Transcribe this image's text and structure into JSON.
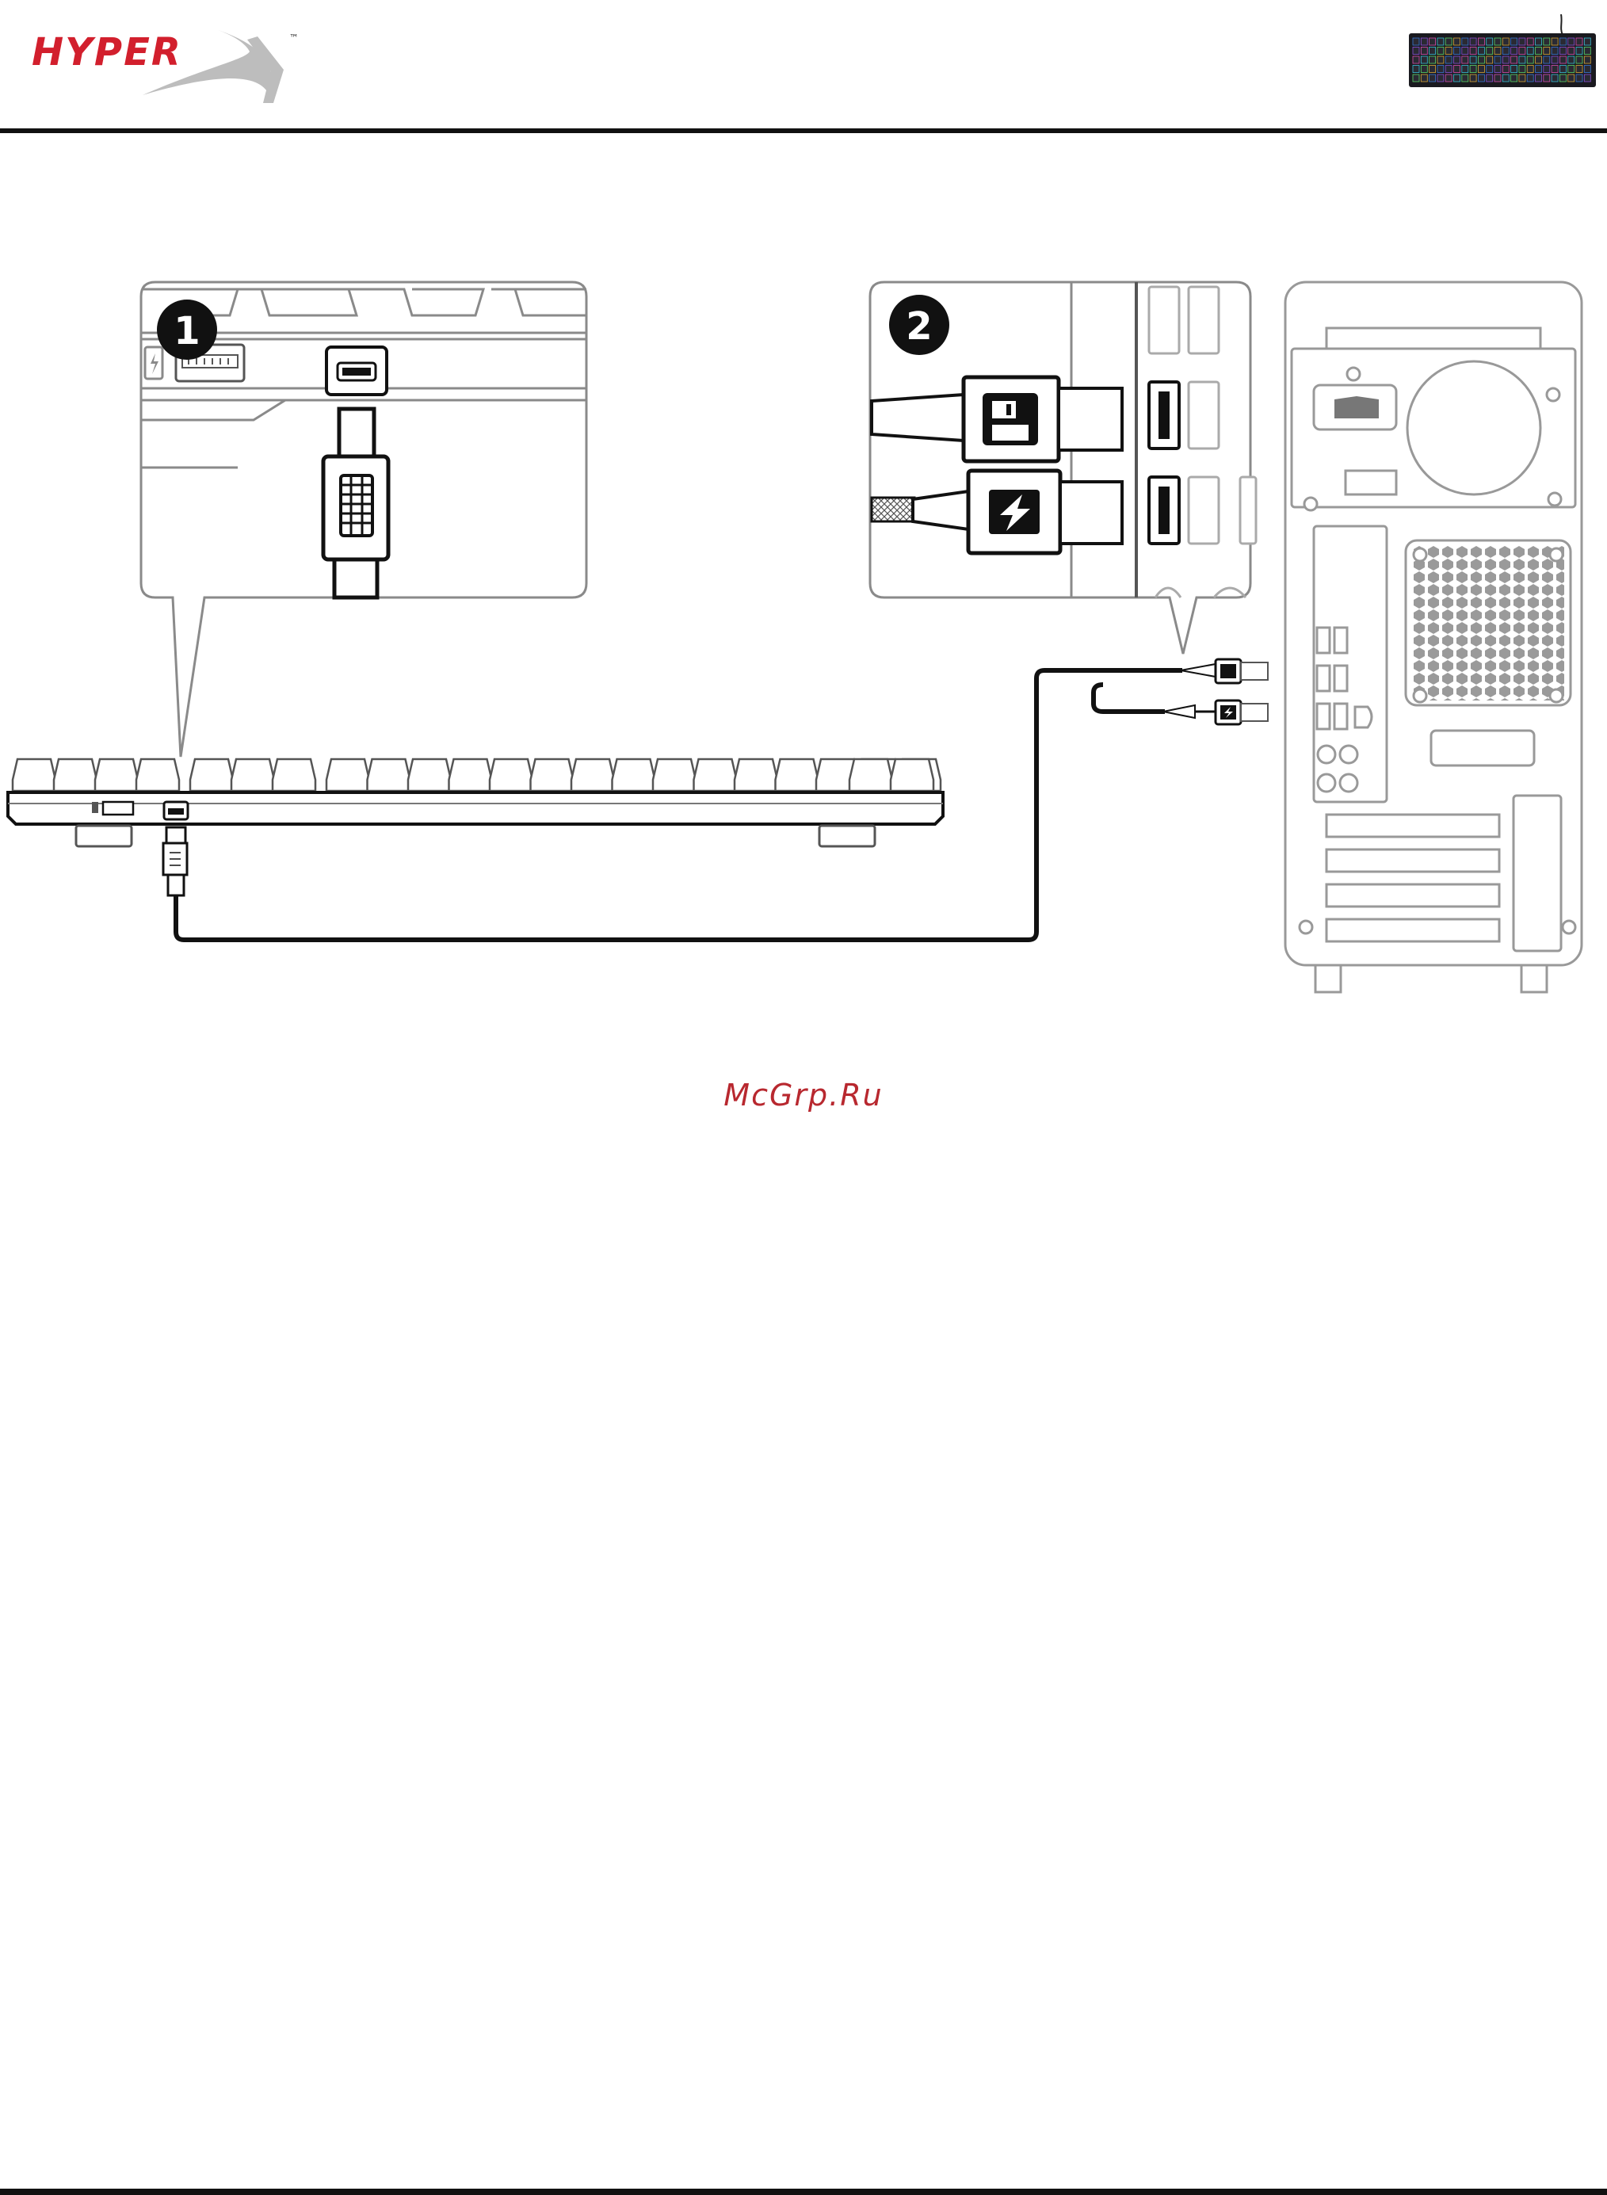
{
  "brand": {
    "logo_text": "HYPERX",
    "trademark": "™",
    "logo_color": "#d21f2d"
  },
  "steps": [
    {
      "number": "1",
      "icon": "data-connector-icon"
    },
    {
      "number": "2",
      "icons": [
        "data-icon",
        "charge-icon"
      ]
    }
  ],
  "icons": {
    "data_plug": "floppy-disk-icon",
    "charge_plug": "lightning-bolt-icon",
    "keyboard_port": "mini-usb-port-icon"
  },
  "watermark": {
    "text": "McGrp.Ru",
    "color": "#b8282f"
  }
}
